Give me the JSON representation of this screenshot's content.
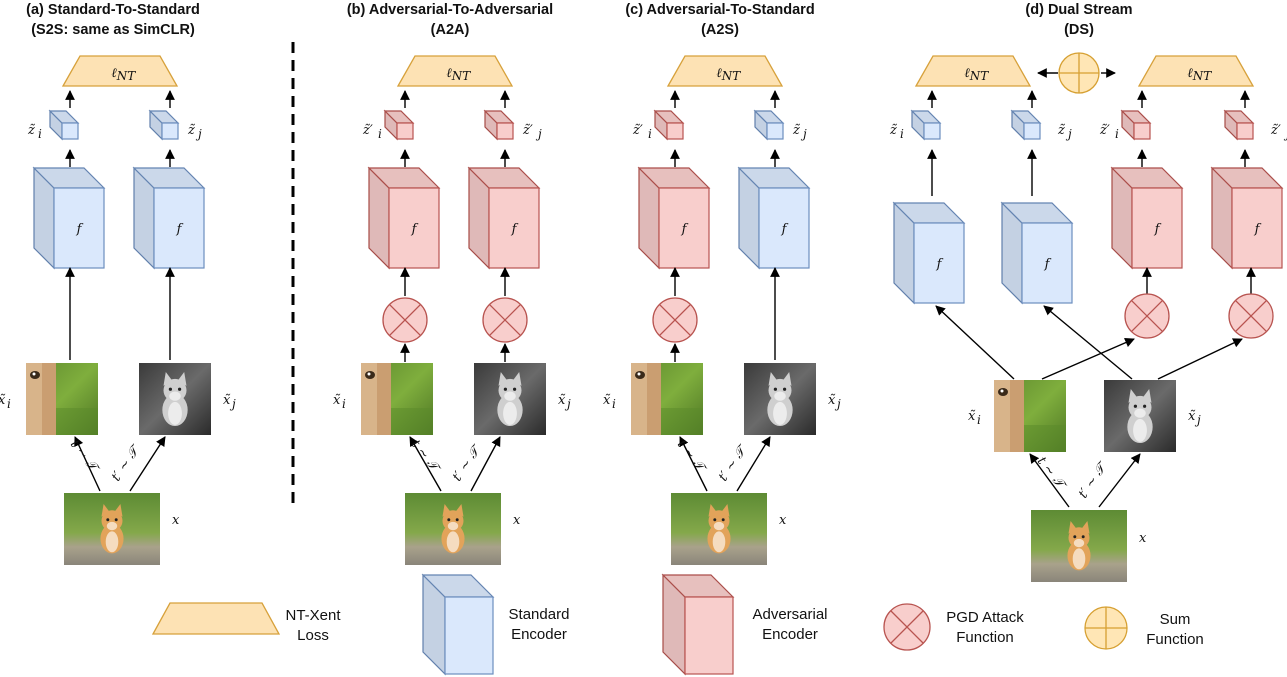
{
  "panels": {
    "a": {
      "title_line1": "(a) Standard-To-Standard",
      "title_line2": "(S2S: same as SimCLR)"
    },
    "b": {
      "title_line1": "(b) Adversarial-To-Adversarial",
      "title_line2": "(A2A)"
    },
    "c": {
      "title_line1": "(c) Adversarial-To-Standard",
      "title_line2": "(A2S)"
    },
    "d": {
      "title_line1": "(d) Dual Stream",
      "title_line2": "(DS)"
    }
  },
  "math": {
    "loss": "ℓ",
    "loss_sub": "NT",
    "encoder": "f",
    "z_i": "z̃",
    "z_j": "z̃",
    "z_i_adv": "z̃′",
    "z_j_adv": "z̃′",
    "sub_i": "i",
    "sub_j": "j",
    "x_i": "x̃",
    "x_j": "x̃",
    "x": "x",
    "t_label": "t ∼ 𝒯",
    "t_prime_label": "t′ ∼ 𝒯"
  },
  "legend": {
    "loss": [
      "NT-Xent",
      "Loss"
    ],
    "standard": [
      "Standard",
      "Encoder"
    ],
    "adversarial": [
      "Adversarial",
      "Encoder"
    ],
    "pgd": [
      "PGD Attack",
      "Function"
    ],
    "sum": [
      "Sum",
      "Function"
    ]
  },
  "colors": {
    "loss_fill": "#fde2b4",
    "loss_stroke": "#d7a13b",
    "std_fill": "#dae8fc",
    "std_stroke": "#6c8ebf",
    "adv_fill": "#f8cecc",
    "adv_stroke": "#b85450",
    "sum_fill": "#ffe6b5",
    "sum_stroke": "#d6a032"
  },
  "icons": {
    "image_i": "kitten-crop-icon",
    "image_j": "kitten-grayscale-icon",
    "image_x": "kitten-photo-icon",
    "pgd": "pgd-attack-icon",
    "sum": "sum-function-icon"
  }
}
